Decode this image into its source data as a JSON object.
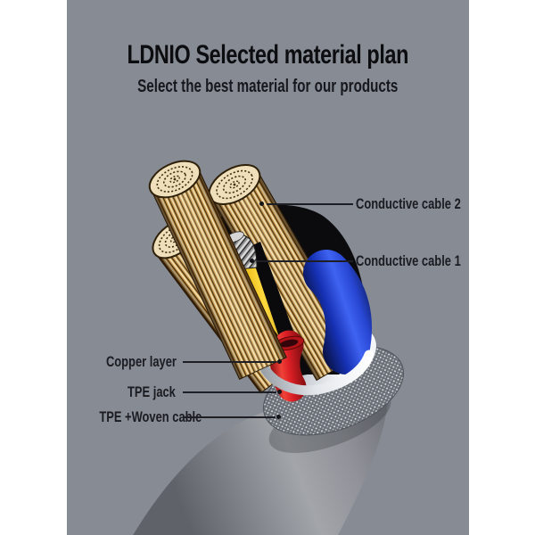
{
  "header": {
    "title": "LDNIO Selected material plan",
    "subtitle": "Select the best material for our products"
  },
  "annotations": {
    "right": [
      {
        "label": "Conductive cable 2"
      },
      {
        "label": "Conductive cable 1"
      }
    ],
    "left": [
      {
        "label": "Copper layer"
      },
      {
        "label": "TPE jack"
      },
      {
        "label": "TPE +Woven cable"
      }
    ]
  },
  "illustration": {
    "parts": [
      "strand-bundle-top-left",
      "strand-bundle-right",
      "strand-bundle-lower-left",
      "copper-core-tip",
      "yellow-insulation",
      "red-wire",
      "blue-wire",
      "tpe-jack-ring",
      "woven-mesh-band",
      "outer-cable"
    ],
    "palette": {
      "background": "#ffffff",
      "panel": "#878b93",
      "title_color": "#0c0d10",
      "strand_gold": "#cf9e50",
      "strand_cream": "#f6e6ba",
      "insulation_yellow": "#ffd93e",
      "wire_red": "#dd2026",
      "wire_blue": "#3f63f2",
      "copper_tip_silver": "#d9d9d9",
      "jack_chrome": "#ffffff",
      "mesh_silver": "#dfe3e8",
      "outer_cable_gray": "#8f9298",
      "leader_line": "#1d1f24"
    }
  }
}
